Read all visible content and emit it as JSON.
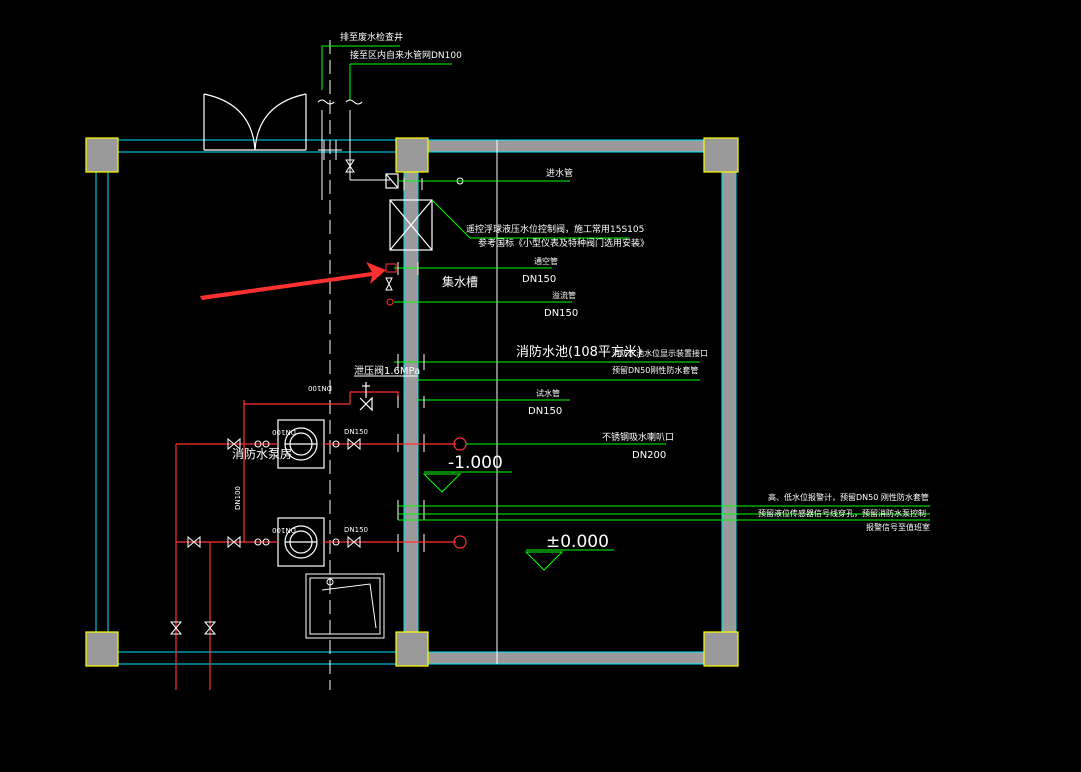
{
  "labels": {
    "drain_to_well": "排至废水检查井",
    "inlet_from_main": "接至区内自来水管网DN100",
    "inlet_pipe": "进水管",
    "valve_note_1": "遥控浮球液压水位控制阀，施工常用15S105",
    "valve_note_2": "参考国标《小型仪表及特种阀门选用安装》",
    "vent_pipe": "通空管",
    "vent_dn": "DN150",
    "sump": "集水槽",
    "overflow_pipe": "溢流管",
    "overflow_dn": "DN150",
    "pool": "消防水池(108平方米)",
    "level_note_1": "消防水池水位显示装置接口",
    "level_note_2": "预留DN50刚性防水套管",
    "pressure_valve": "泄压阀1.6MPa",
    "test_pipe": "试水管",
    "test_dn": "DN150",
    "stainless_outlet": "不锈钢吸水喇叭口",
    "stainless_dn": "DN200",
    "pump_room": "消防水泵房",
    "dn100_top": "DN100",
    "dn100_left1": "DN100",
    "dn150_right1": "DN150",
    "dn100_left2": "DN100",
    "dn150_right2": "DN150",
    "dn100_vertical": "DN100",
    "level_minus": "-1.000",
    "level_zero": "±0.000",
    "hl_note_1": "高、低水位报警计，预留DN50 刚性防水套管",
    "hl_note_2": "预留液位传感器信号线穿孔，预留消防水泵控制",
    "hl_note_3": "报警信号至值班室"
  }
}
